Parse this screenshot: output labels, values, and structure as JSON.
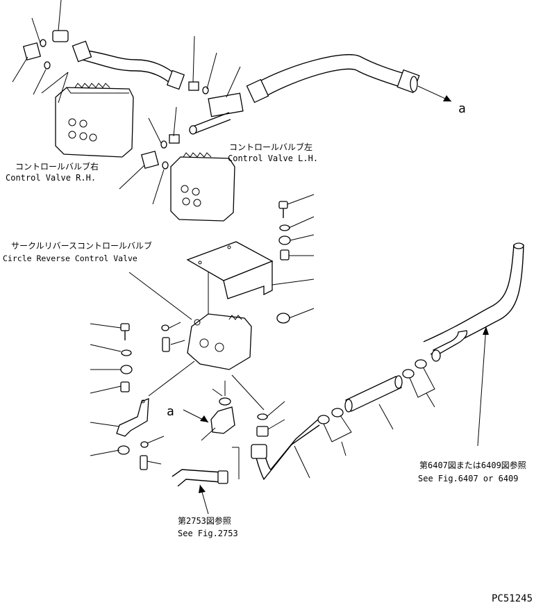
{
  "labels": {
    "control_valve_rh_jp": "コントロールバルブ右",
    "control_valve_rh_en": "Control Valve R.H.",
    "control_valve_lh_jp": "コントロールバルブ左",
    "control_valve_lh_en": "Control Valve L.H.",
    "circle_reverse_jp": "サークルリバースコントロールバルブ",
    "circle_reverse_en": "Circle Reverse Control Valve",
    "ref_6407_jp": "第6407図または6409図参照",
    "ref_6407_en": "See Fig.6407 or 6409",
    "ref_2753_jp": "第2753図参照",
    "ref_2753_en": "See Fig.2753",
    "callout_a_top": "a",
    "callout_a_left": "a",
    "drawing_code": "PC51245"
  }
}
